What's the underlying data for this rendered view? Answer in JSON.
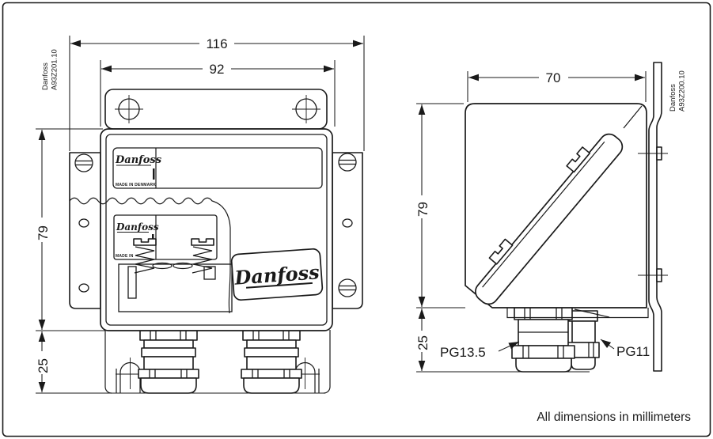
{
  "drawing": {
    "front_view": {
      "ref_brand": "Danfoss",
      "ref_number": "A93Z201.10",
      "dims": {
        "overall_width": "116",
        "body_width": "92",
        "body_height": "79",
        "gland_height": "25"
      },
      "upper_label": {
        "logo": "Danfoss",
        "made_in": "MADE IN DENMARK"
      },
      "inner_label": {
        "logo": "Danfoss",
        "made_in": "MADE IN"
      },
      "cover_logo": "Danfoss"
    },
    "side_view": {
      "ref_brand": "Danfoss",
      "ref_number": "A93Z200.10",
      "dims": {
        "depth": "70",
        "body_height": "79",
        "gland_height": "25"
      },
      "glands": {
        "front_label": "PG13.5",
        "rear_label": "PG11"
      }
    },
    "note": "All dimensions in millimeters"
  }
}
